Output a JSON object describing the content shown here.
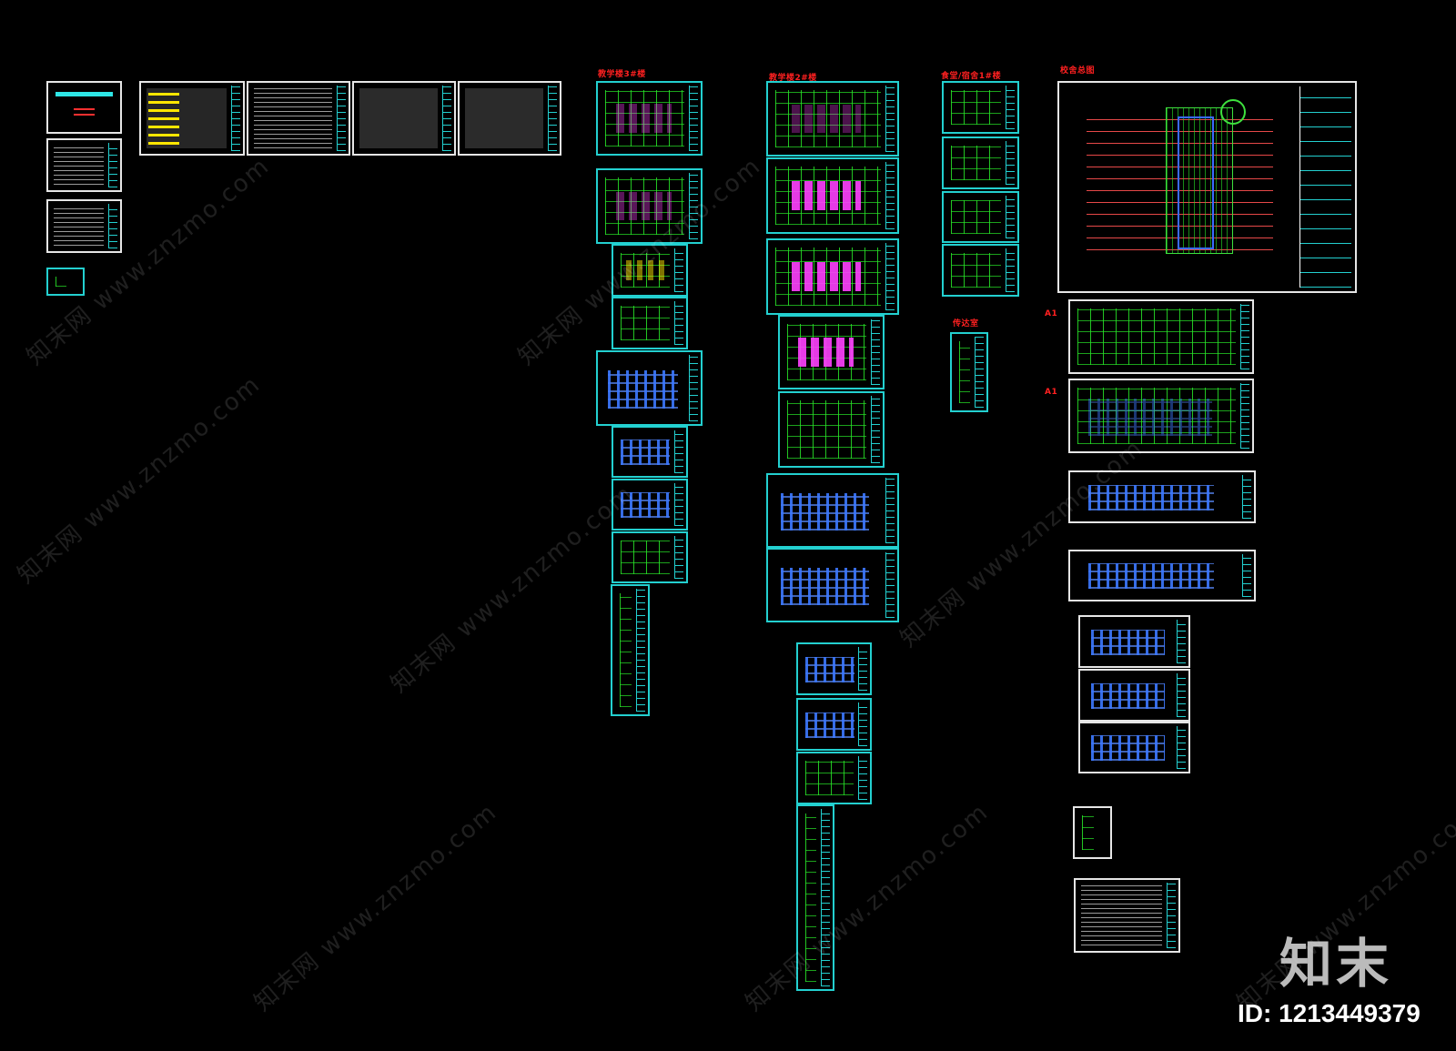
{
  "labels": {
    "group_a": "教学楼3#楼",
    "group_b": "教学楼2#楼",
    "group_c": "食堂/宿舍1#楼",
    "group_d": "传达室",
    "group_e": "校舍总图",
    "marker_1": "A1",
    "marker_2": "A1"
  },
  "watermark": {
    "text": "知末网 www.znzmo.com"
  },
  "brand": {
    "logo": "知末",
    "id_label": "ID: 1213449379"
  },
  "colors": {
    "frame": "#23d0d0",
    "drawing_green": "#28e628",
    "room_magenta": "#ff40ff",
    "elevation_blue": "#3a6bff",
    "label_red": "#ff2020",
    "note_yellow": "#ffe600"
  }
}
